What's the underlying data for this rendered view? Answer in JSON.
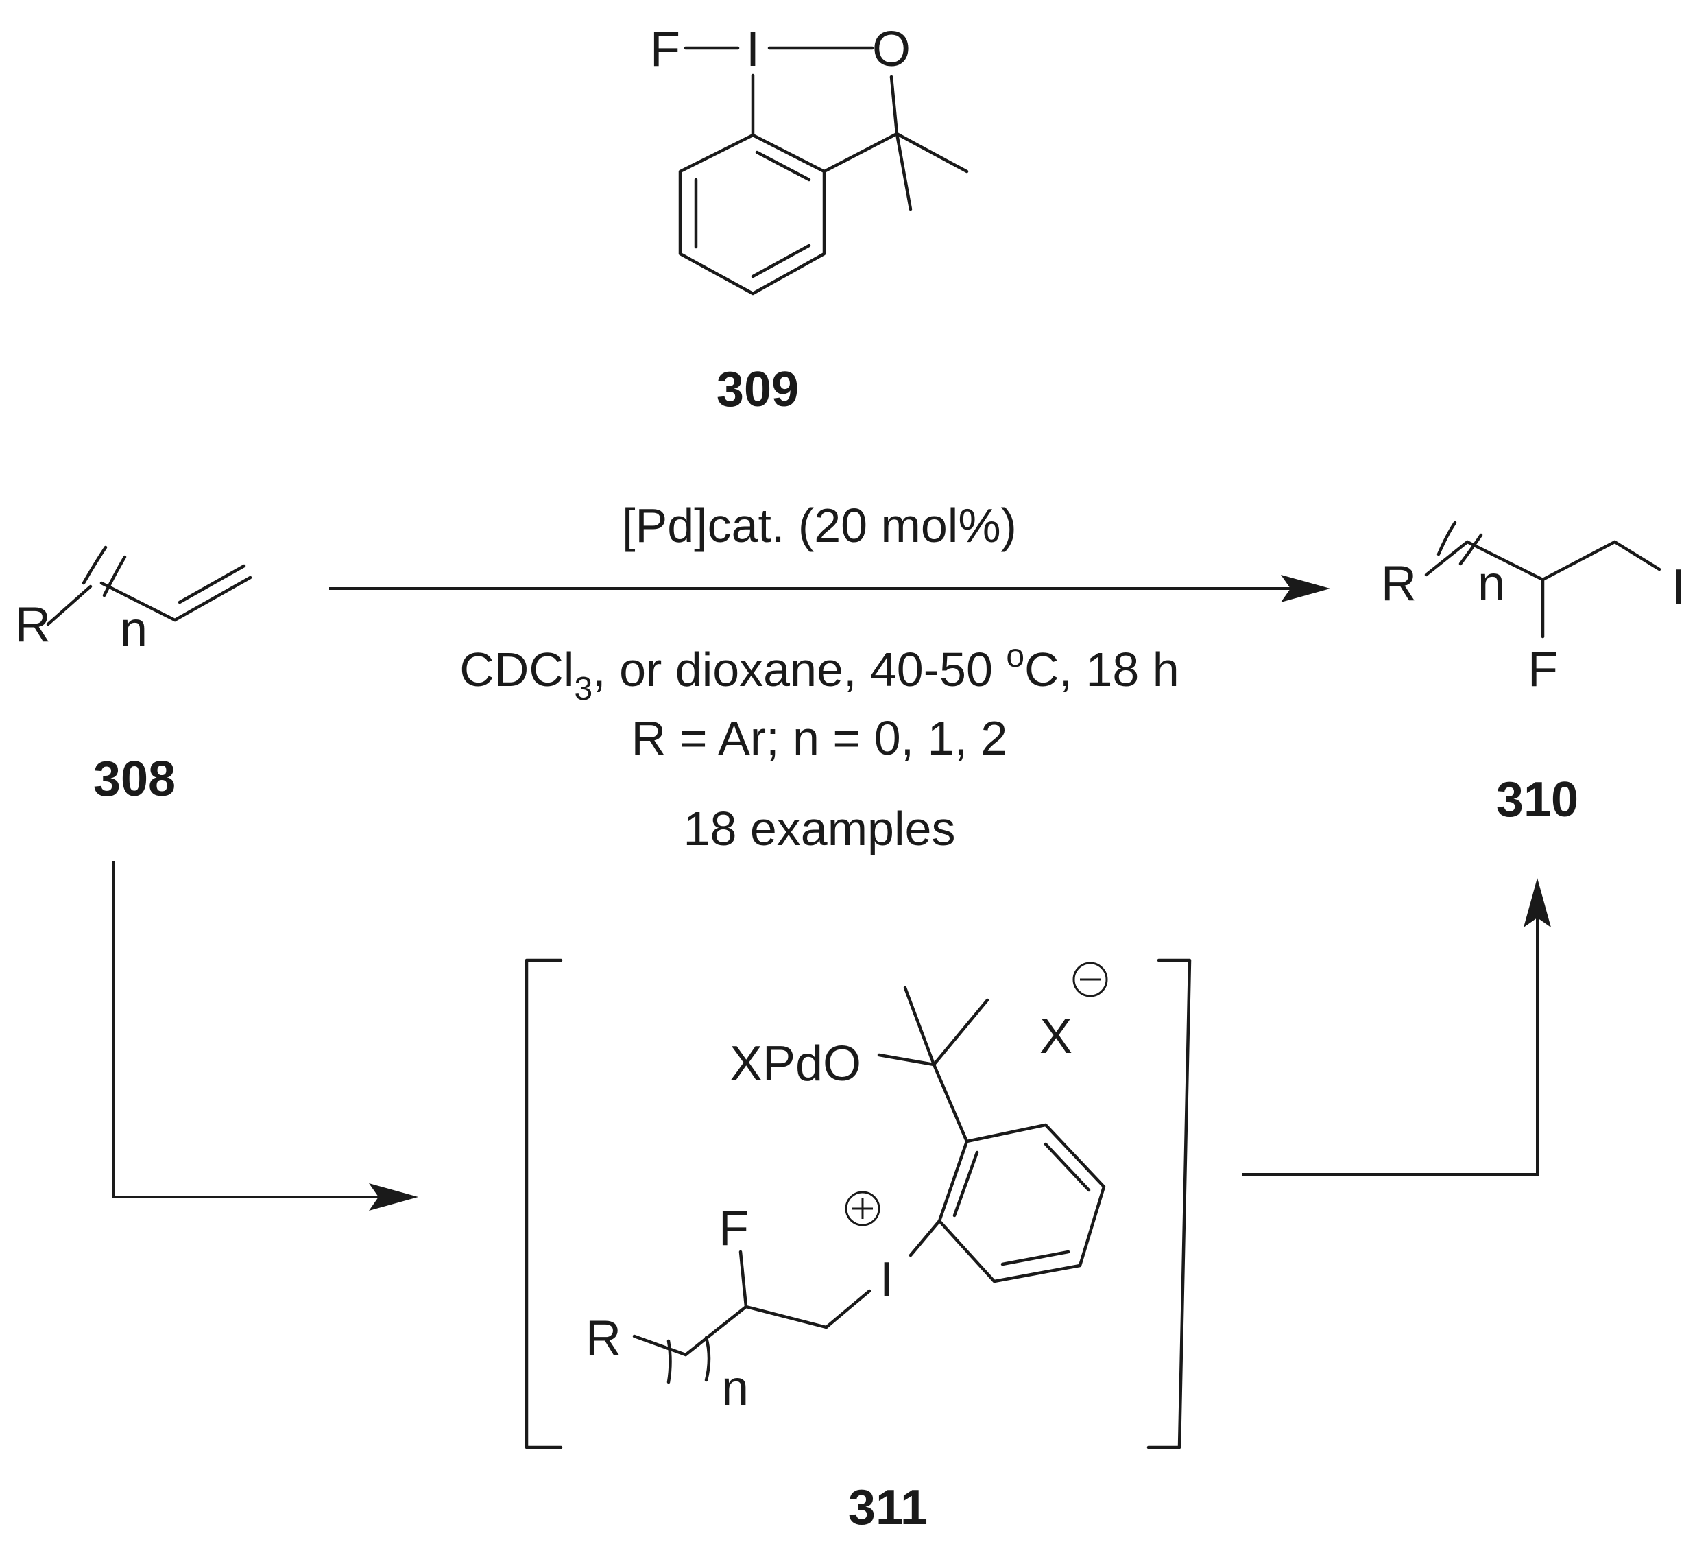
{
  "compounds": {
    "reagent": {
      "id": "309",
      "atoms": {
        "f": "F",
        "i": "I",
        "o": "O"
      }
    },
    "substrate": {
      "id": "308",
      "atoms": {
        "r": "R",
        "n": "n"
      }
    },
    "product": {
      "id": "310",
      "atoms": {
        "r": "R",
        "n": "n",
        "i": "I",
        "f": "F"
      }
    },
    "intermediate": {
      "id": "311",
      "atoms": {
        "xpdo": "XPdO",
        "x": "X",
        "i": "I",
        "f": "F",
        "r": "R",
        "n": "n"
      }
    }
  },
  "conditions": {
    "above_arrow": "[Pd]cat. (20 mol%)",
    "solvent_prefix": "CDCl",
    "solvent_subscript": "3",
    "solvent_rest": ", or dioxane, 40-50 ",
    "temp_superscript": "o",
    "temp_rest": "C, 18 h",
    "scope": "R = Ar; n = 0, 1, 2",
    "examples": "18 examples"
  },
  "charges": {
    "anion": "minus",
    "cation": "plus"
  }
}
